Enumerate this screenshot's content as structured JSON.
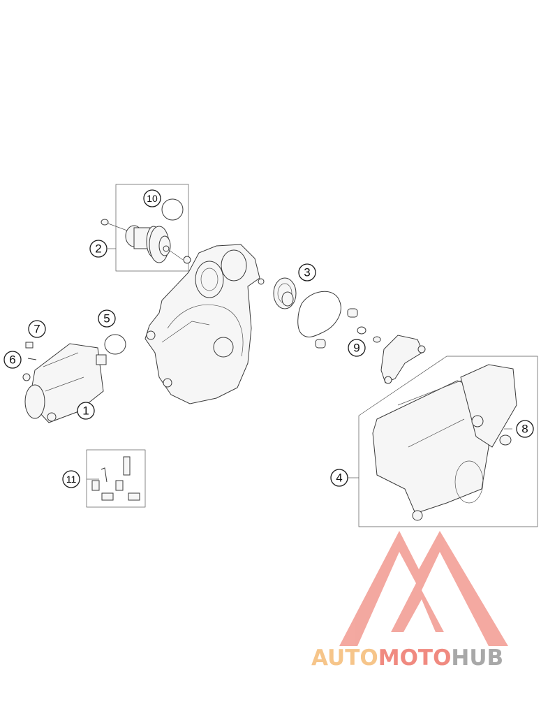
{
  "callouts": [
    {
      "id": "1",
      "label": "1"
    },
    {
      "id": "2",
      "label": "2"
    },
    {
      "id": "3",
      "label": "3"
    },
    {
      "id": "4",
      "label": "4"
    },
    {
      "id": "5",
      "label": "5"
    },
    {
      "id": "6",
      "label": "6"
    },
    {
      "id": "7",
      "label": "7"
    },
    {
      "id": "8",
      "label": "8"
    },
    {
      "id": "9",
      "label": "9"
    },
    {
      "id": "10",
      "label": "10"
    },
    {
      "id": "11",
      "label": "11"
    }
  ],
  "watermark": {
    "part1": "AUTO",
    "part2": "MOTO",
    "part3": "HUB",
    "colors": {
      "auto": "#f6c58a",
      "moto": "#f08a80",
      "hub": "#a8a8a8",
      "logo": "#f29a90"
    }
  }
}
